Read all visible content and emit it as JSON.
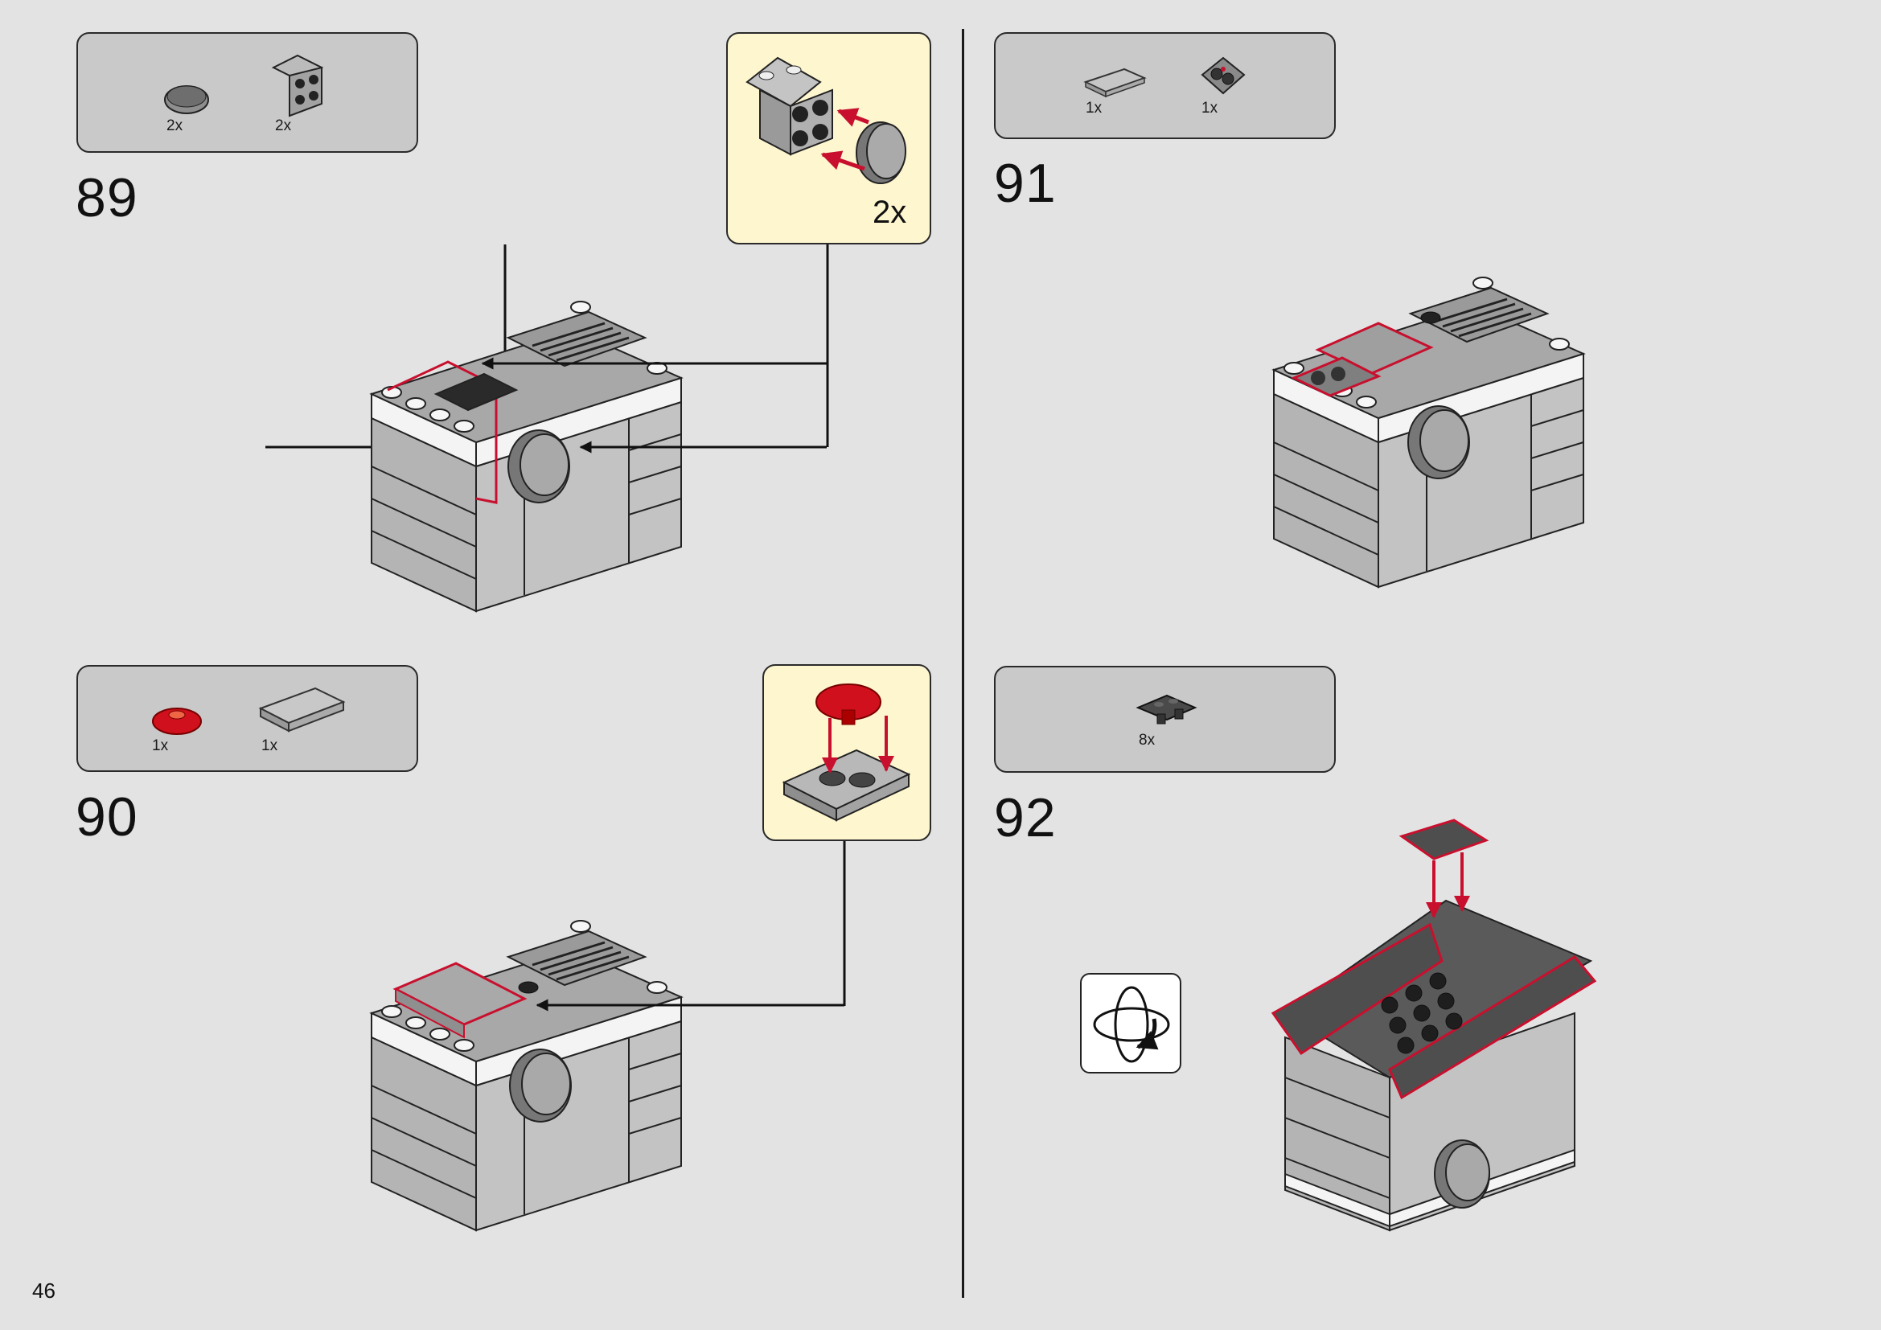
{
  "page": {
    "number": "46"
  },
  "steps": [
    {
      "number": "89",
      "parts": [
        {
          "qty": "2x",
          "icon": "round-grille-tile-icon"
        },
        {
          "qty": "2x",
          "icon": "bracket-2x2-icon"
        }
      ],
      "callout": {
        "multiplier": "2x"
      }
    },
    {
      "number": "90",
      "parts": [
        {
          "qty": "1x",
          "icon": "red-round-plate-icon"
        },
        {
          "qty": "1x",
          "icon": "gray-tile-2x3-icon"
        }
      ],
      "callout": {
        "multiplier": ""
      }
    },
    {
      "number": "91",
      "parts": [
        {
          "qty": "1x",
          "icon": "gray-tile-1x2-icon"
        },
        {
          "qty": "1x",
          "icon": "gauge-tile-icon"
        }
      ]
    },
    {
      "number": "92",
      "parts": [
        {
          "qty": "8x",
          "icon": "dark-clip-plate-icon"
        }
      ],
      "rotate_icon": "rotate-model-icon"
    }
  ],
  "colors": {
    "background": "#e3e3e3",
    "parts_box": "#c9c9c9",
    "callout": "#fdf6cf",
    "highlight": "#c8102e",
    "brick_gray": "#b5b5b5"
  }
}
